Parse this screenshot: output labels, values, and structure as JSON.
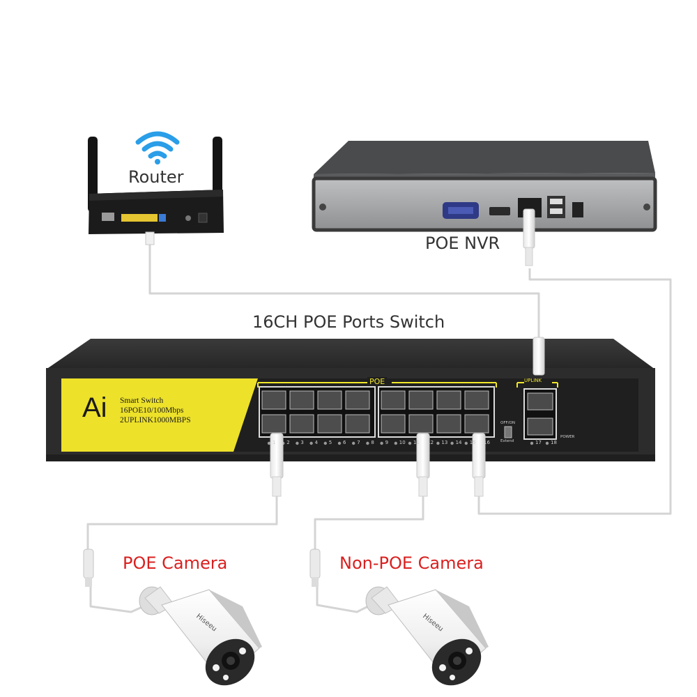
{
  "labels": {
    "router": "Router",
    "nvr": "POE NVR",
    "switch": "16CH POE Ports Switch",
    "poe_camera": "POE Camera",
    "non_poe_camera": "Non-POE Camera"
  },
  "switch_panel": {
    "brand": "Ai",
    "model_line1": "Smart Switch",
    "model_line2": "16POE10/100Mbps",
    "model_line3": "2UPLINK1000MBPS",
    "poe_group": "POE",
    "uplink_group": "UPLINK",
    "switch_top_label": "OFF/ON",
    "switch_bottom_label": "Extend",
    "power_label": "POWER",
    "port_numbers": [
      "1",
      "2",
      "3",
      "4",
      "5",
      "6",
      "7",
      "8",
      "9",
      "10",
      "11",
      "12",
      "13",
      "14",
      "15",
      "16",
      "17",
      "18"
    ]
  },
  "camera_brand": "Hiseeu",
  "colors": {
    "label_red": "#d9201f",
    "panel_yellow": "#f2e82a",
    "wifi_blue": "#2a9ee8",
    "cable_grey": "#d4d4d4"
  }
}
